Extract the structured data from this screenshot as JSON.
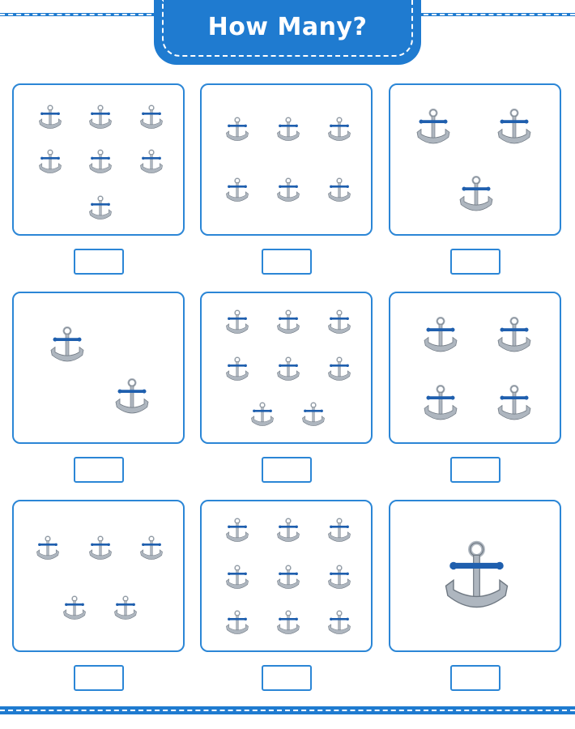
{
  "header": {
    "title": "How Many?"
  },
  "theme": {
    "accent": "#1f7bd0",
    "anchor_metal": "#aeb6bf",
    "anchor_bar": "#1f5fae"
  },
  "panels": [
    {
      "label": "panel-1",
      "count": 7
    },
    {
      "label": "panel-2",
      "count": 6
    },
    {
      "label": "panel-3",
      "count": 3
    },
    {
      "label": "panel-4",
      "count": 2
    },
    {
      "label": "panel-5",
      "count": 8
    },
    {
      "label": "panel-6",
      "count": 4
    },
    {
      "label": "panel-7",
      "count": 5
    },
    {
      "label": "panel-8",
      "count": 9
    },
    {
      "label": "panel-9",
      "count": 1
    }
  ],
  "answers": [
    "",
    "",
    "",
    "",
    "",
    "",
    "",
    "",
    ""
  ]
}
